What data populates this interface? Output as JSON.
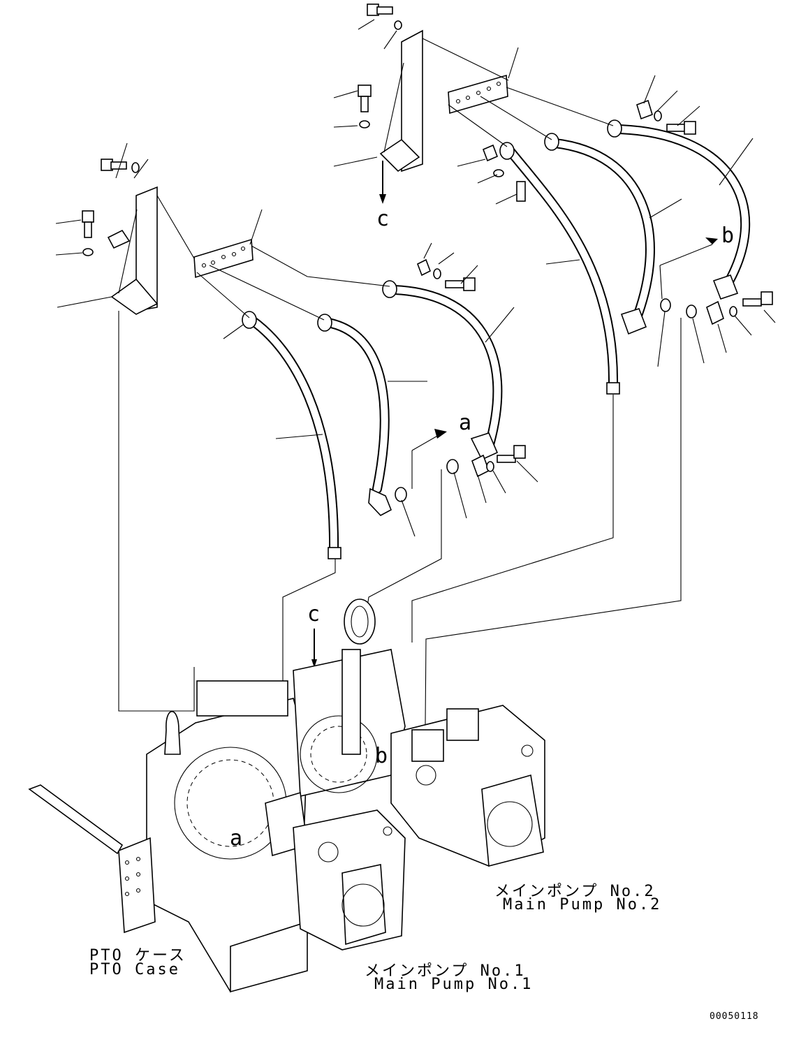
{
  "labels": {
    "ref_a": "a",
    "ref_b": "b",
    "ref_c": "c",
    "pto_jp": "PTO ケース",
    "pto_en": "PTO Case",
    "pump1_jp": "メインポンプ No.1",
    "pump1_en": "Main Pump No.1",
    "pump2_jp": "メインポンプ No.2",
    "pump2_en": "Main Pump No.2",
    "figure_number": "00050118"
  }
}
